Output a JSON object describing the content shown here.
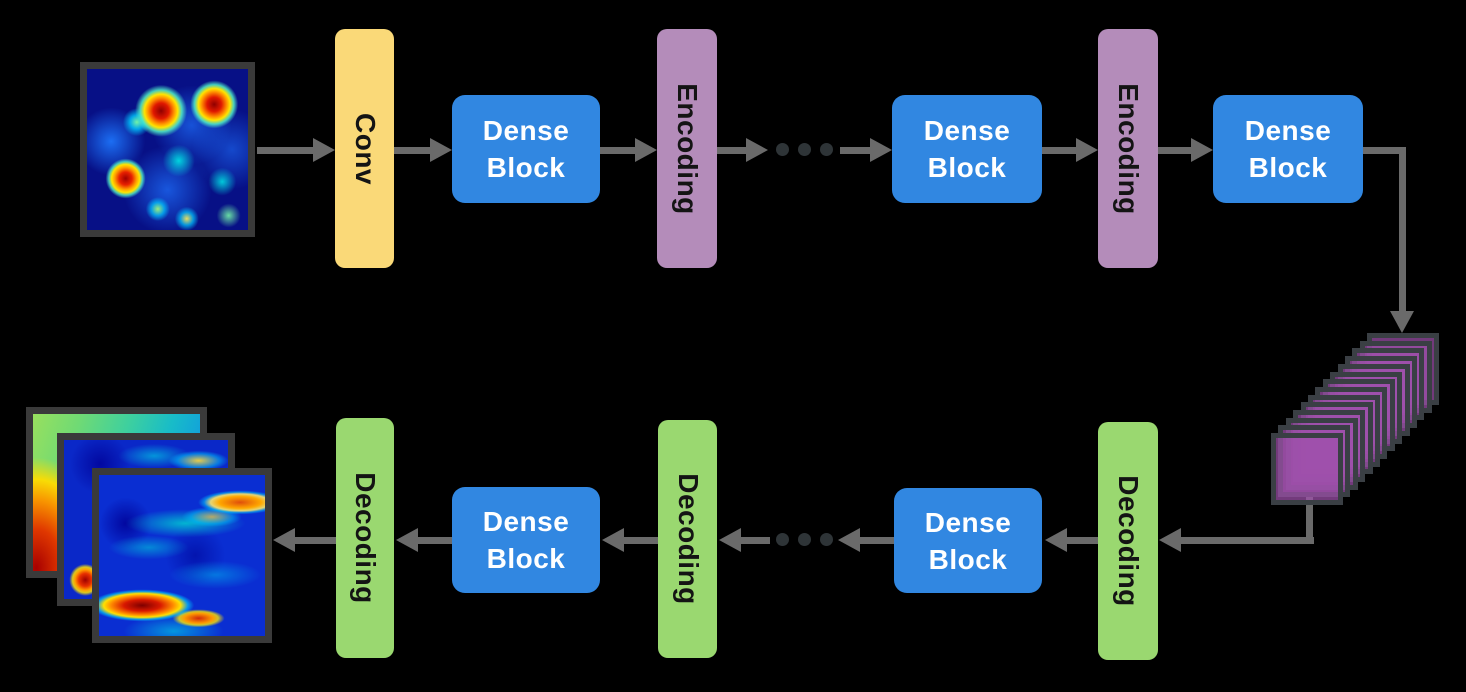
{
  "labels": {
    "conv": "Conv",
    "dense_line1": "Dense",
    "dense_line2": "Block",
    "encoding": "Encoding",
    "decoding": "Decoding"
  },
  "colors": {
    "background": "#000000",
    "conv-fill": "#FAD978",
    "dense-fill": "#3187E1",
    "encoding-fill": "#B48CBA",
    "decoding-fill": "#9AD870",
    "feature-map-fill": "rgba(160,80,172,0.72)",
    "feature-map-border": "#3A3F44",
    "arrow": "#6A6A6A",
    "ellipsis-dot": "#2E3437",
    "image-frame": "#3A3A3A",
    "vertical-label-text": "#141414",
    "dense-text": "#FFFFFF"
  },
  "feature_map_stack": {
    "count": 14,
    "step_x": 7.4,
    "step_y": 7.7
  },
  "ellipsis": {
    "count": 3
  },
  "images": {
    "input": "input-heatmap",
    "output_front": "output-heatmap-front",
    "output_middle": "output-heatmap-middle",
    "output_back": "output-heatmap-back"
  }
}
